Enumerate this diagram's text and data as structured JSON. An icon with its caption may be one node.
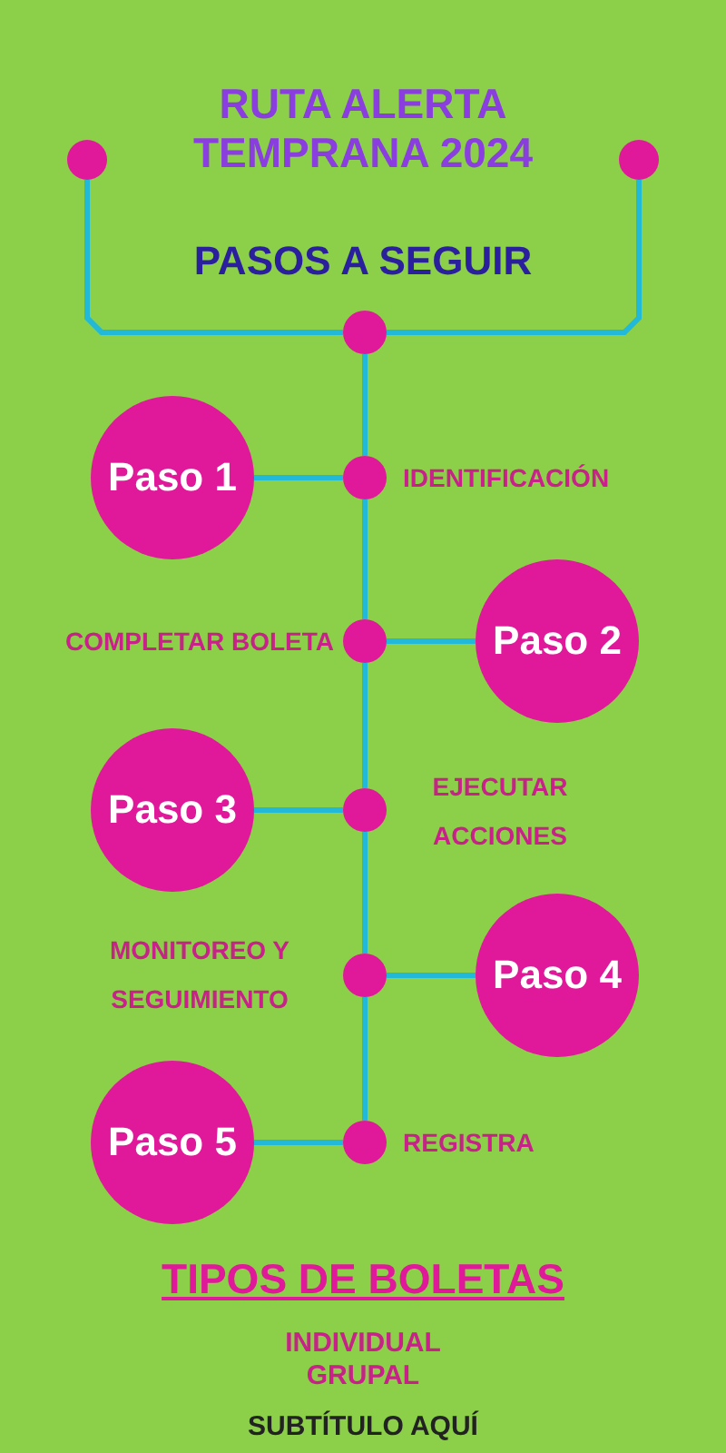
{
  "diagram": {
    "title": "RUTA ALERTA TEMPRANA 2024",
    "nodes": [
      {
        "text": [],
        "shape": "circle"
      },
      {
        "text": [],
        "shape": "circle"
      },
      {
        "text": [],
        "shape": "circle"
      },
      {
        "text": [
          "Paso 1"
        ]
      },
      {
        "text": [],
        "shape": "circle",
        "beside": [
          "IDENTIFICACIÓN"
        ]
      },
      {
        "text": [],
        "shape": "circle",
        "beside": [
          "COMPLETAR BOLETA"
        ]
      },
      {
        "text": [
          "Paso 2"
        ]
      },
      {
        "text": [
          "Paso 3"
        ]
      },
      {
        "text": [],
        "shape": "circle",
        "beside": [
          "EJECUTAR ACCIONES"
        ]
      },
      {
        "text": [],
        "shape": "circle",
        "beside": [
          "MONITOREO Y SEGUIMIENTO"
        ]
      },
      {
        "text": [
          "Paso 4"
        ]
      },
      {
        "text": [
          "Paso 5"
        ]
      },
      {
        "text": [],
        "shape": "circle",
        "beside": [
          "REGISTRA"
        ]
      }
    ],
    "edges": [
      {
        "from": 0,
        "to": 2,
        "arrow": "none"
      },
      {
        "from": 1,
        "to": 2,
        "arrow": "none"
      },
      {
        "from": 2,
        "to": 4,
        "arrow": "none"
      },
      {
        "from": 3,
        "to": 4,
        "arrow": "none"
      },
      {
        "from": 4,
        "to": 5,
        "arrow": "none"
      },
      {
        "from": 5,
        "to": 6,
        "arrow": "none"
      },
      {
        "from": 5,
        "to": 8,
        "arrow": "none"
      },
      {
        "from": 7,
        "to": 8,
        "arrow": "none"
      },
      {
        "from": 8,
        "to": 9,
        "arrow": "none"
      },
      {
        "from": 9,
        "to": 10,
        "arrow": "none"
      },
      {
        "from": 9,
        "to": 12,
        "arrow": "none"
      },
      {
        "from": 11,
        "to": 12,
        "arrow": "none"
      }
    ],
    "labels": [
      "PASOS A SEGUIR",
      "TIPOS DE BOLETAS",
      "INDIVIDUAL",
      "GRUPAL",
      "SUBTÍTULO AQUÍ"
    ]
  }
}
